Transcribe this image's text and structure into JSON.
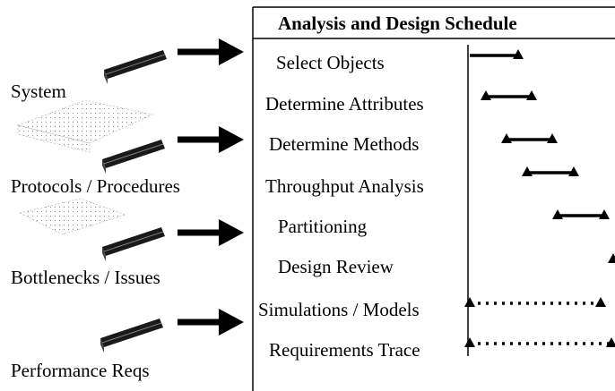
{
  "schedule": {
    "title": "Analysis and Design Schedule",
    "tasks": [
      {
        "label": "Select Objects",
        "line": "solid"
      },
      {
        "label": "Determine Attributes",
        "line": "solid"
      },
      {
        "label": "Determine Methods",
        "line": "solid"
      },
      {
        "label": "Throughput Analysis",
        "line": "solid"
      },
      {
        "label": "Partitioning",
        "line": "solid"
      },
      {
        "label": "Design Review",
        "line": "solid"
      },
      {
        "label": "Simulations / Models",
        "line": "dotted"
      },
      {
        "label": "Requirements Trace",
        "line": "dotted"
      }
    ]
  },
  "inputs": [
    {
      "label": "System"
    },
    {
      "label": "Protocols / Procedures"
    },
    {
      "label": "Bottlenecks / Issues"
    },
    {
      "label": "Performance Reqs"
    }
  ],
  "colors": {
    "ink": "#000000",
    "paper": "#ffffff"
  }
}
